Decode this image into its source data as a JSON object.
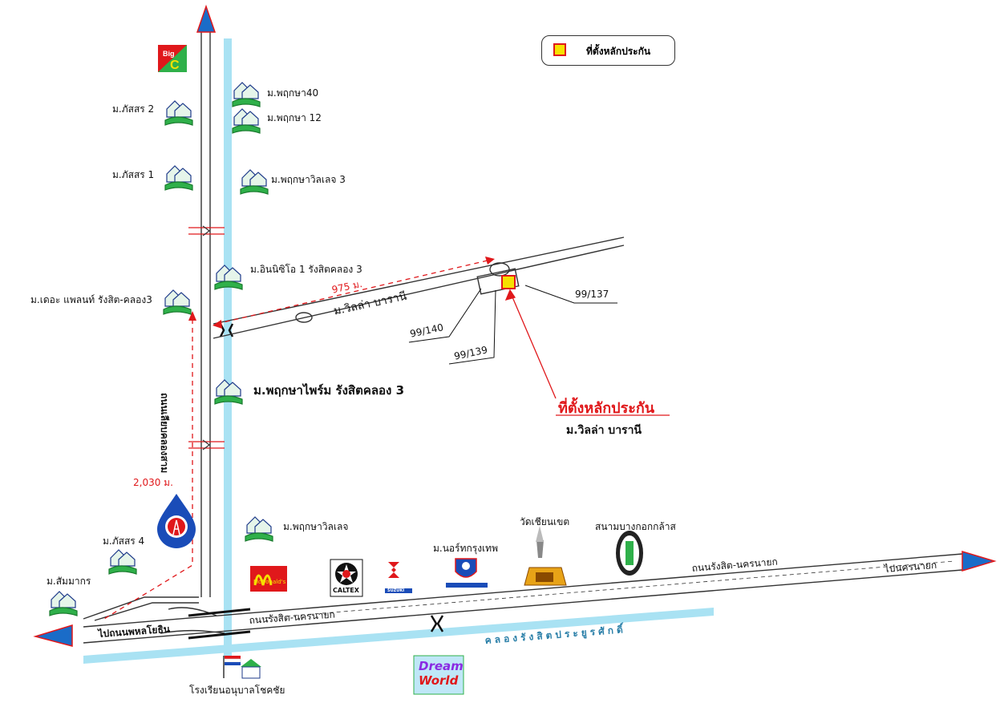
{
  "legend": {
    "label": "ที่ตั้งหลักประกัน",
    "swatch_fill": "#f6e100",
    "swatch_border": "#e0181b"
  },
  "villages": {
    "phatsorn2": "ม.ภัสสร 2",
    "phatsorn1": "ม.ภัสสร 1",
    "phruksa40": "ม.พฤกษา40",
    "phruksa12": "ม.พฤกษา 12",
    "phruksa_village3": "ม.พฤกษาวิลเลจ 3",
    "indy1": "ม.อินนิซิโอ 1 รังสิตคลอง 3",
    "the_plant": "ม.เดอะ แพลนท์ รังสิต-คลอง3",
    "phruksa_prime": "ม.พฤกษาไพร์ม รังสิตคลอง 3",
    "phruksa_village": "ม.พฤกษาวิลเลจ",
    "phatsorn4": "ม.ภัสสร 4",
    "sammakorn": "ม.สัมมากร",
    "north_bangkok": "ม.นอร์ทกรุงเทพ",
    "villa_barani": "ม.วิลล่า บารานี"
  },
  "roads": {
    "khlong_sam_road": "ถนนเลียบคลองสาม",
    "rangsit_nakhonnayok_1": "ถนนรังสิต-นครนายก",
    "rangsit_nakhonnayok_2": "ถนนรังสิต-นครนายก",
    "to_phahonyothin": "ไปถนนพหลโยธิน",
    "to_nakhonnayok": "ไปนครนายก",
    "canal": "คลองรังสิตประยูรศักดิ์"
  },
  "distances": {
    "d975": "975 ม.",
    "d2030": "2,030 ม."
  },
  "plots": {
    "p99_137": "99/137",
    "p99_140": "99/140",
    "p99_139": "99/139"
  },
  "collateral": {
    "title": "ที่ตั้งหลักประกัน",
    "village": "ม.วิลล่า บารานี"
  },
  "landmarks": {
    "bigc": "Big C",
    "mcdonalds": "McDonald's",
    "caltex": "CALTEX",
    "suzuki": "SUZUKI",
    "temple": "วัดเชียนเขต",
    "golf": "สนามบางกอกกล้าส",
    "dreamworld_1": "Dream",
    "dreamworld_2": "World",
    "school": "โรงเรียนอนุบาลโชคชัย"
  },
  "colors": {
    "canal": "#a9e2f3",
    "arrow_blue": "#1a6cc8",
    "arrow_red": "#e0181b",
    "red_text": "#e0181b"
  }
}
